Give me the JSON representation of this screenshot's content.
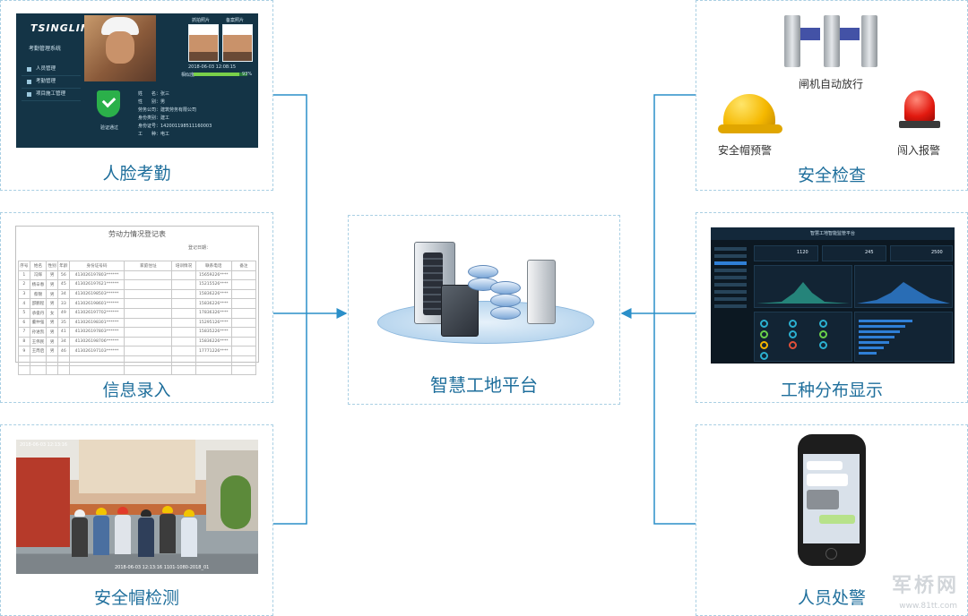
{
  "center": {
    "title": "智慧工地平台"
  },
  "panels": {
    "face_attendance": {
      "caption": "人脸考勤",
      "screen": {
        "logo": "TSINGLINK",
        "system_name": "考勤管理系统",
        "menu": [
          "人员管理",
          "考勤管理",
          "项目施工管理"
        ],
        "thumb_labels": [
          "抓拍照片",
          "备案照片"
        ],
        "timestamp": "2018-06-03 12:08:15",
        "match_label": "相似度",
        "match_value": "93%",
        "status": "验证通过",
        "info": [
          "姓　　名：张三",
          "性　　别：男",
          "劳务公司：建筑劳务有限公司",
          "身份类别：建工",
          "身份证号：142001198511160003",
          "工　　种：电工"
        ]
      }
    },
    "info_entry": {
      "caption": "信息录入",
      "form": {
        "title": "劳动力情况登记表",
        "right_label": "登记日期：",
        "headers": [
          "序号",
          "姓名",
          "性别",
          "年龄",
          "身份证号码",
          "家庭住址",
          "培训情况",
          "联系电话",
          "备注"
        ],
        "rows": [
          [
            "1",
            "冯辉",
            "男",
            "56",
            "413026197803******",
            "",
            "",
            "15659226****",
            ""
          ],
          [
            "2",
            "杨辛春",
            "男",
            "45",
            "413026197621******",
            "",
            "",
            "15215526****",
            ""
          ],
          [
            "3",
            "蔡锦",
            "男",
            "34",
            "413026198503******",
            "",
            "",
            "15836226****",
            ""
          ],
          [
            "4",
            "邵鹏程",
            "男",
            "33",
            "413026198601******",
            "",
            "",
            "15836226****",
            ""
          ],
          [
            "5",
            "承俊丹",
            "女",
            "49",
            "413026197702******",
            "",
            "",
            "17836326****",
            ""
          ],
          [
            "6",
            "董仲强",
            "男",
            "35",
            "413026198301******",
            "",
            "",
            "15295126****",
            ""
          ],
          [
            "7",
            "孙进凯",
            "男",
            "41",
            "413026197803******",
            "",
            "",
            "15835226****",
            ""
          ],
          [
            "8",
            "王伟民",
            "男",
            "34",
            "413026198706******",
            "",
            "",
            "15836226****",
            ""
          ],
          [
            "9",
            "王周启",
            "男",
            "46",
            "413026197103******",
            "",
            "",
            "17771226****",
            ""
          ]
        ]
      }
    },
    "helmet_detection": {
      "caption": "安全帽检测",
      "stamp": "2018-06-03 12:13:16",
      "footer_stamp": "2018-06-03 12:13:16  1101-1080-2018_01"
    },
    "safety_check": {
      "caption": "安全检查",
      "gate_label": "闸机自动放行",
      "helmet_label": "安全帽预警",
      "alarm_label": "闯入报警"
    },
    "trade_distribution": {
      "caption": "工种分布显示",
      "dashboard_title": "智慧工地智能监管平台",
      "numbers": [
        "1120",
        "245",
        "2500"
      ]
    },
    "personnel_alert": {
      "caption": "人员处警"
    }
  },
  "watermark": {
    "main": "军桥网",
    "sub": "www.81tt.com"
  },
  "colors": {
    "caption": "#1f6f9c",
    "connector": "#2a8fc9",
    "dashed_border": "#a9cfe3"
  }
}
